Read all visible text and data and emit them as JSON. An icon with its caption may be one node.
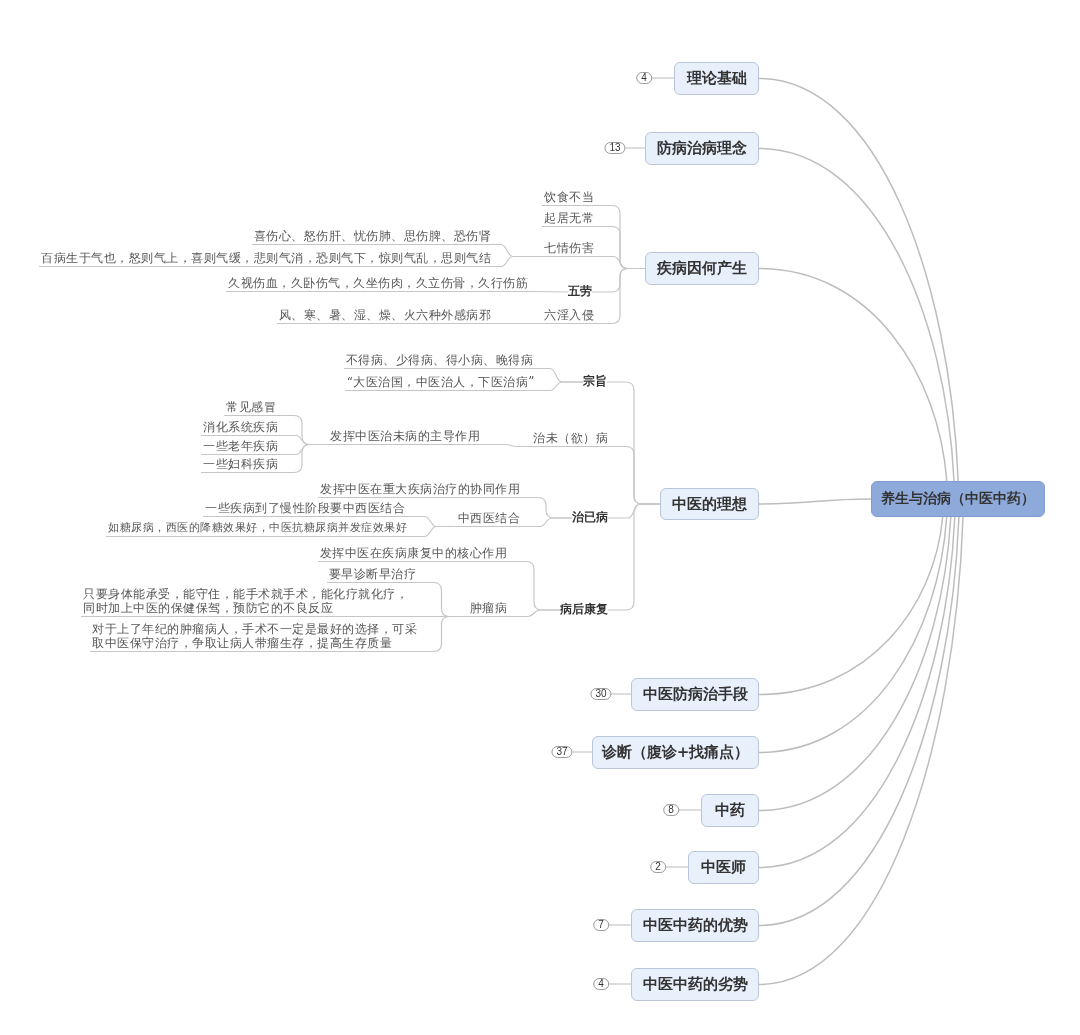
{
  "diagram": {
    "nodes": [
      {
        "text": [
          "养生与治病（中医中药）"
        ]
      },
      {
        "text": [
          "理论基础"
        ]
      },
      {
        "text": [
          "4"
        ]
      },
      {
        "text": [
          "防病治病理念"
        ]
      },
      {
        "text": [
          "13"
        ]
      },
      {
        "text": [
          "疾病因何产生"
        ]
      },
      {
        "text": [
          "饮食不当"
        ]
      },
      {
        "text": [
          "起居无常"
        ]
      },
      {
        "text": [
          "七情伤害"
        ]
      },
      {
        "text": [
          "喜伤心、怒伤肝、忧伤肺、思伤脾、恐伤肾"
        ]
      },
      {
        "text": [
          "百病生于气也，怒则气上，喜则气缓，悲则气消，恐则气下，惊则气乱，思则气结"
        ]
      },
      {
        "text": [
          "五劳"
        ]
      },
      {
        "text": [
          "久视伤血，久卧伤气，久坐伤肉，久立伤骨，久行伤筋"
        ]
      },
      {
        "text": [
          "六淫入侵"
        ]
      },
      {
        "text": [
          "风、寒、暑、湿、燥、火六种外感病邪"
        ]
      },
      {
        "text": [
          "中医的理想"
        ]
      },
      {
        "text": [
          "宗旨"
        ]
      },
      {
        "text": [
          "不得病、少得病、得小病、晚得病"
        ]
      },
      {
        "text": [
          "“大医治国，中医治人，下医治病”"
        ]
      },
      {
        "text": [
          "治未（欲）病"
        ]
      },
      {
        "text": [
          "发挥中医治未病的主导作用"
        ]
      },
      {
        "text": [
          "常见感冒"
        ]
      },
      {
        "text": [
          "消化系统疾病"
        ]
      },
      {
        "text": [
          "一些老年疾病"
        ]
      },
      {
        "text": [
          "一些妇科疾病"
        ]
      },
      {
        "text": [
          "治已病"
        ]
      },
      {
        "text": [
          "发挥中医在重大疾病治疗的协同作用"
        ]
      },
      {
        "text": [
          "中西医结合"
        ]
      },
      {
        "text": [
          "一些疾病到了慢性阶段要中西医结合"
        ]
      },
      {
        "text": [
          "如糖尿病，西医的降糖效果好，中医抗糖尿病并发症效果好"
        ]
      },
      {
        "text": [
          "病后康复"
        ]
      },
      {
        "text": [
          "发挥中医在疾病康复中的核心作用"
        ]
      },
      {
        "text": [
          "肿瘤病"
        ]
      },
      {
        "text": [
          "要早诊断早治疗"
        ]
      },
      {
        "text": [
          "只要身体能承受，能守住，能手术就手术，能化疗就化疗，同时加上中医的保健保驾，预防它的不良反应"
        ]
      },
      {
        "text": [
          "对于上了年纪的肿瘤病人，手术不一定是最好的选择，可采取中医保守治疗，争取让病人带瘤生存，提高生存质量"
        ]
      },
      {
        "text": [
          "中医防病治手段"
        ]
      },
      {
        "text": [
          "30"
        ]
      },
      {
        "text": [
          "诊断（腹诊+找痛点）"
        ]
      },
      {
        "text": [
          "37"
        ]
      },
      {
        "text": [
          "中药"
        ]
      },
      {
        "text": [
          "8"
        ]
      },
      {
        "text": [
          "中医师"
        ]
      },
      {
        "text": [
          "2"
        ]
      },
      {
        "text": [
          "中医中药的优势"
        ]
      },
      {
        "text": [
          "7"
        ]
      },
      {
        "text": [
          "中医中药的劣势"
        ]
      },
      {
        "text": [
          "4"
        ]
      }
    ],
    "edges": [
      {
        "from": 0,
        "to": 1,
        "arrow": "none"
      },
      {
        "from": 0,
        "to": 3,
        "arrow": "none"
      },
      {
        "from": 0,
        "to": 5,
        "arrow": "none"
      },
      {
        "from": 0,
        "to": 15,
        "arrow": "none"
      },
      {
        "from": 0,
        "to": 36,
        "arrow": "none"
      },
      {
        "from": 0,
        "to": 38,
        "arrow": "none"
      },
      {
        "from": 0,
        "to": 40,
        "arrow": "none"
      },
      {
        "from": 0,
        "to": 42,
        "arrow": "none"
      },
      {
        "from": 0,
        "to": 44,
        "arrow": "none"
      },
      {
        "from": 0,
        "to": 46,
        "arrow": "none"
      },
      {
        "from": 1,
        "to": 2,
        "arrow": "none"
      },
      {
        "from": 3,
        "to": 4,
        "arrow": "none"
      },
      {
        "from": 36,
        "to": 37,
        "arrow": "none"
      },
      {
        "from": 38,
        "to": 39,
        "arrow": "none"
      },
      {
        "from": 40,
        "to": 41,
        "arrow": "none"
      },
      {
        "from": 42,
        "to": 43,
        "arrow": "none"
      },
      {
        "from": 44,
        "to": 45,
        "arrow": "none"
      },
      {
        "from": 46,
        "to": 47,
        "arrow": "none"
      },
      {
        "from": 5,
        "to": 6,
        "arrow": "none"
      },
      {
        "from": 5,
        "to": 7,
        "arrow": "none"
      },
      {
        "from": 5,
        "to": 8,
        "arrow": "none"
      },
      {
        "from": 5,
        "to": 11,
        "arrow": "none"
      },
      {
        "from": 5,
        "to": 13,
        "arrow": "none"
      },
      {
        "from": 8,
        "to": 9,
        "arrow": "none"
      },
      {
        "from": 8,
        "to": 10,
        "arrow": "none"
      },
      {
        "from": 11,
        "to": 12,
        "arrow": "none"
      },
      {
        "from": 13,
        "to": 14,
        "arrow": "none"
      },
      {
        "from": 15,
        "to": 16,
        "arrow": "none"
      },
      {
        "from": 15,
        "to": 19,
        "arrow": "none"
      },
      {
        "from": 15,
        "to": 25,
        "arrow": "none"
      },
      {
        "from": 15,
        "to": 30,
        "arrow": "none"
      },
      {
        "from": 16,
        "to": 17,
        "arrow": "none"
      },
      {
        "from": 16,
        "to": 18,
        "arrow": "none"
      },
      {
        "from": 19,
        "to": 20,
        "arrow": "none"
      },
      {
        "from": 20,
        "to": 21,
        "arrow": "none"
      },
      {
        "from": 20,
        "to": 22,
        "arrow": "none"
      },
      {
        "from": 20,
        "to": 23,
        "arrow": "none"
      },
      {
        "from": 20,
        "to": 24,
        "arrow": "none"
      },
      {
        "from": 25,
        "to": 26,
        "arrow": "none"
      },
      {
        "from": 25,
        "to": 27,
        "arrow": "none"
      },
      {
        "from": 27,
        "to": 28,
        "arrow": "none"
      },
      {
        "from": 27,
        "to": 29,
        "arrow": "none"
      },
      {
        "from": 30,
        "to": 31,
        "arrow": "none"
      },
      {
        "from": 30,
        "to": 32,
        "arrow": "none"
      },
      {
        "from": 32,
        "to": 33,
        "arrow": "none"
      },
      {
        "from": 32,
        "to": 34,
        "arrow": "none"
      },
      {
        "from": 32,
        "to": 35,
        "arrow": "none"
      }
    ]
  }
}
